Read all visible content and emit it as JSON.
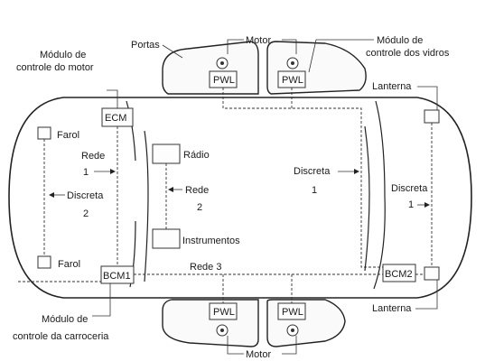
{
  "labels": {
    "doors": "Portas",
    "motor_top": "Motor",
    "motor_bottom": "Motor",
    "window_module": [
      "Módulo de",
      "controle dos vidros"
    ],
    "engine_module": [
      "Módulo de",
      "controle do motor"
    ],
    "body_module": [
      "Módulo de",
      "controle da carroceria"
    ],
    "lamp_top": "Lanterna",
    "lamp_bottom": "Lanterna",
    "headlight_top": "Farol",
    "headlight_bottom": "Farol",
    "network1_left": [
      "Rede",
      "1"
    ],
    "discrete2_left": [
      "Discreta",
      "2"
    ],
    "network2": [
      "Rede",
      "2"
    ],
    "discrete1_center": [
      "Discreta",
      "1"
    ],
    "discrete1_right": [
      "Discreta",
      "1"
    ],
    "network3": "Rede 3",
    "radio": "Rádio",
    "instruments": "Instrumentos"
  },
  "modules": {
    "ecm": "ECM",
    "bcm1": "BCM1",
    "bcm2": "BCM2",
    "pwl_tl": "PWL",
    "pwl_tr": "PWL",
    "pwl_bl": "PWL",
    "pwl_br": "PWL"
  }
}
